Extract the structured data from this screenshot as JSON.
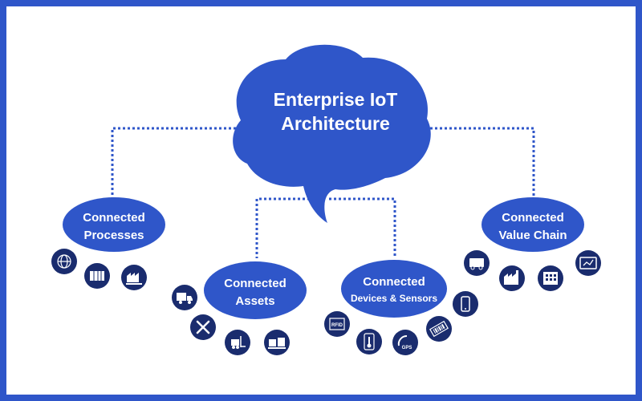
{
  "colors": {
    "frame": "#2f56c9",
    "bubble": "#2f56c9",
    "icon_circle": "#1a2c6e",
    "connector": "#2f56c9",
    "text": "#ffffff"
  },
  "center": {
    "line1": "Enterprise IoT",
    "line2": "Architecture"
  },
  "nodes": {
    "processes": {
      "line1": "Connected",
      "line2": "Processes",
      "icons": [
        "globe-network-icon",
        "shipping-container-icon",
        "factory-conveyor-icon"
      ]
    },
    "assets": {
      "line1": "Connected",
      "line2": "Assets",
      "icons": [
        "delivery-truck-icon",
        "wrench-screwdriver-icon",
        "forklift-icon",
        "cargo-pallets-icon"
      ]
    },
    "devices": {
      "line1": "Connected",
      "line2": "Devices & Sensors",
      "icons": [
        "rfid-reader-icon",
        "thermometer-sensor-icon",
        "gps-satellite-icon",
        "barcode-scanner-icon",
        "smartphone-icon"
      ],
      "icon_texts": {
        "rfid": "RFID",
        "gps": "GPS"
      }
    },
    "value_chain": {
      "line1": "Connected",
      "line2": "Value Chain",
      "icons": [
        "cargo-van-icon",
        "factory-icon",
        "office-building-icon",
        "tablet-chart-icon"
      ]
    }
  }
}
